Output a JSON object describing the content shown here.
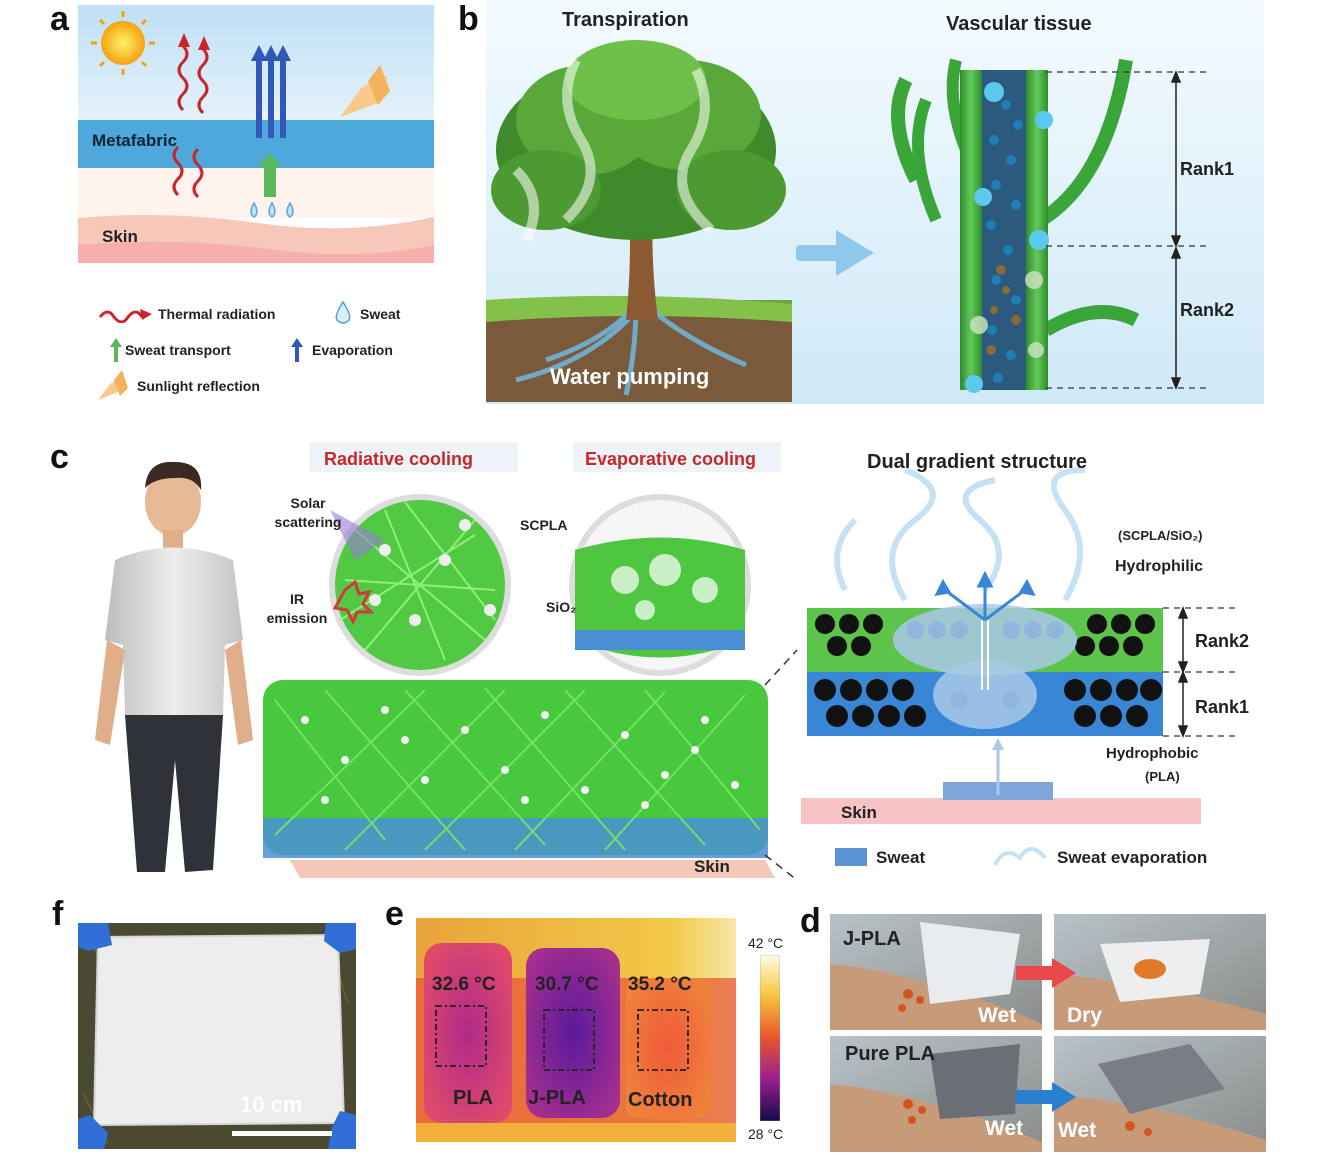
{
  "panels": {
    "a": {
      "letter": "a",
      "metafabric": "Metafabric",
      "skin": "Skin",
      "legend": {
        "thermal": "Thermal radiation",
        "sweat": "Sweat",
        "transport": "Sweat transport",
        "evaporation": "Evaporation",
        "sunlight": "Sunlight reflection"
      }
    },
    "b": {
      "letter": "b",
      "transpiration": "Transpiration",
      "vascular": "Vascular tissue",
      "water": "Water pumping",
      "rank1": "Rank1",
      "rank2": "Rank2"
    },
    "c": {
      "letter": "c",
      "radiative": "Radiative cooling",
      "evaporative": "Evaporative cooling",
      "dual": "Dual gradient structure",
      "solar": "Solar scattering",
      "ir": "IR emission",
      "scpla": "SCPLA",
      "sio2": "SiO₂",
      "skin_fabric": "Skin",
      "top_material": "(SCPLA/SiO₂)",
      "hydrophilic": "Hydrophilic",
      "rank2": "Rank2",
      "rank1": "Rank1",
      "hydrophobic": "Hydrophobic",
      "bottom_material": "(PLA)",
      "skin": "Skin",
      "legend_sweat": "Sweat",
      "legend_evap": "Sweat evaporation"
    },
    "f": {
      "letter": "f",
      "scale": "10 cm"
    },
    "e": {
      "letter": "e",
      "t1": "32.6 °C",
      "t2": "30.7 °C",
      "t3": "35.2 °C",
      "s1": "PLA",
      "s2": "J-PLA",
      "s3": "Cotton",
      "max": "42 °C",
      "min": "28 °C"
    },
    "d": {
      "letter": "d",
      "jpla": "J-PLA",
      "pure": "Pure PLA",
      "wet1": "Wet",
      "dry": "Dry",
      "wet2": "Wet",
      "wet3": "Wet"
    }
  },
  "colors": {
    "metafabric": "#4ea8dc",
    "skin": "#f6c6b8",
    "grass": "#3fc73c",
    "hydrophobic": "#3a86d6",
    "heat_arrow": "#e04646",
    "cool_arrow": "#2b7fd0"
  }
}
